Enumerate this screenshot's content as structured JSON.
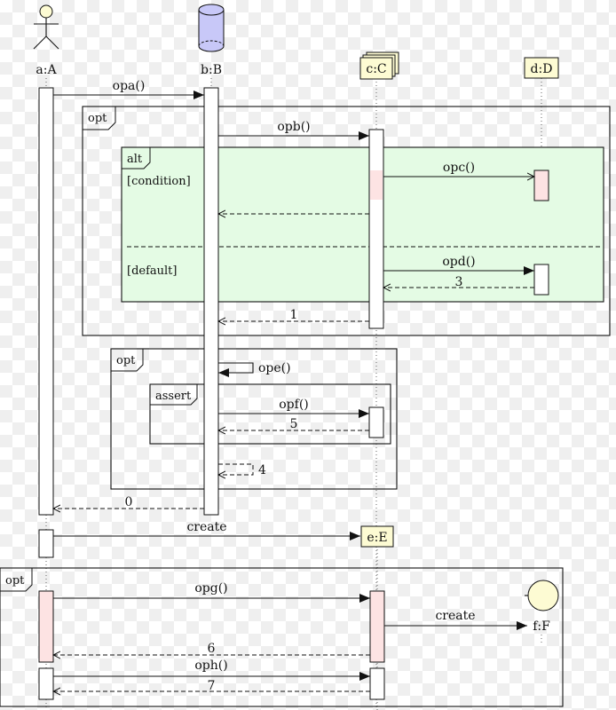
{
  "diagram": {
    "type": "UML sequence diagram",
    "colors": {
      "frame_alt_fill": "#e4fbe4",
      "activation_highlight": "#fde3e3",
      "object_box_fill": "#fdfbd3",
      "database_fill": "#c8c8f8",
      "actor_head_fill": "#fdfbd3"
    },
    "participants": [
      {
        "id": "a",
        "label": "a:A",
        "shape": "actor-icon"
      },
      {
        "id": "b",
        "label": "b:B",
        "shape": "database-icon"
      },
      {
        "id": "c",
        "label": "c:C",
        "shape": "multi-object-box"
      },
      {
        "id": "d",
        "label": "d:D",
        "shape": "object-box"
      },
      {
        "id": "e",
        "label": "e:E",
        "shape": "object-box"
      },
      {
        "id": "f",
        "label": "f:F",
        "shape": "boundary-icon"
      }
    ],
    "frames": [
      {
        "id": "opt1",
        "label": "opt"
      },
      {
        "id": "alt",
        "label": "alt",
        "guards": [
          "[condition]",
          "[default]"
        ]
      },
      {
        "id": "opt2",
        "label": "opt"
      },
      {
        "id": "assert",
        "label": "assert"
      },
      {
        "id": "opt3",
        "label": "opt"
      }
    ],
    "messages": [
      {
        "id": "m_opa",
        "from": "a",
        "to": "b",
        "label": "opa()",
        "kind": "call"
      },
      {
        "id": "m_opb",
        "from": "b",
        "to": "c",
        "label": "opb()",
        "kind": "call"
      },
      {
        "id": "m_opc",
        "from": "c",
        "to": "d",
        "label": "opc()",
        "kind": "async"
      },
      {
        "id": "m_ret_alt",
        "from": "c",
        "to": "b",
        "label": "",
        "kind": "return"
      },
      {
        "id": "m_opd",
        "from": "c",
        "to": "d",
        "label": "opd()",
        "kind": "call"
      },
      {
        "id": "m_ret3",
        "from": "d",
        "to": "c",
        "label": "3",
        "kind": "return"
      },
      {
        "id": "m_ret1",
        "from": "c",
        "to": "b",
        "label": "1",
        "kind": "return"
      },
      {
        "id": "m_ope",
        "from": "b",
        "to": "b",
        "label": "ope()",
        "kind": "self-call"
      },
      {
        "id": "m_opf",
        "from": "b",
        "to": "c",
        "label": "opf()",
        "kind": "call"
      },
      {
        "id": "m_ret5",
        "from": "c",
        "to": "b",
        "label": "5",
        "kind": "return"
      },
      {
        "id": "m_ret4",
        "from": "b",
        "to": "b",
        "label": "4",
        "kind": "self-return"
      },
      {
        "id": "m_ret0",
        "from": "b",
        "to": "a",
        "label": "0",
        "kind": "return"
      },
      {
        "id": "m_create_e",
        "from": "a",
        "to": "e",
        "label": "create",
        "kind": "create"
      },
      {
        "id": "m_opg",
        "from": "a",
        "to": "e",
        "label": "opg()",
        "kind": "call"
      },
      {
        "id": "m_create_f",
        "from": "e",
        "to": "f",
        "label": "create",
        "kind": "create"
      },
      {
        "id": "m_ret6",
        "from": "e",
        "to": "a",
        "label": "6",
        "kind": "return"
      },
      {
        "id": "m_oph",
        "from": "a",
        "to": "e",
        "label": "oph()",
        "kind": "call"
      },
      {
        "id": "m_ret7",
        "from": "e",
        "to": "a",
        "label": "7",
        "kind": "return"
      }
    ]
  }
}
